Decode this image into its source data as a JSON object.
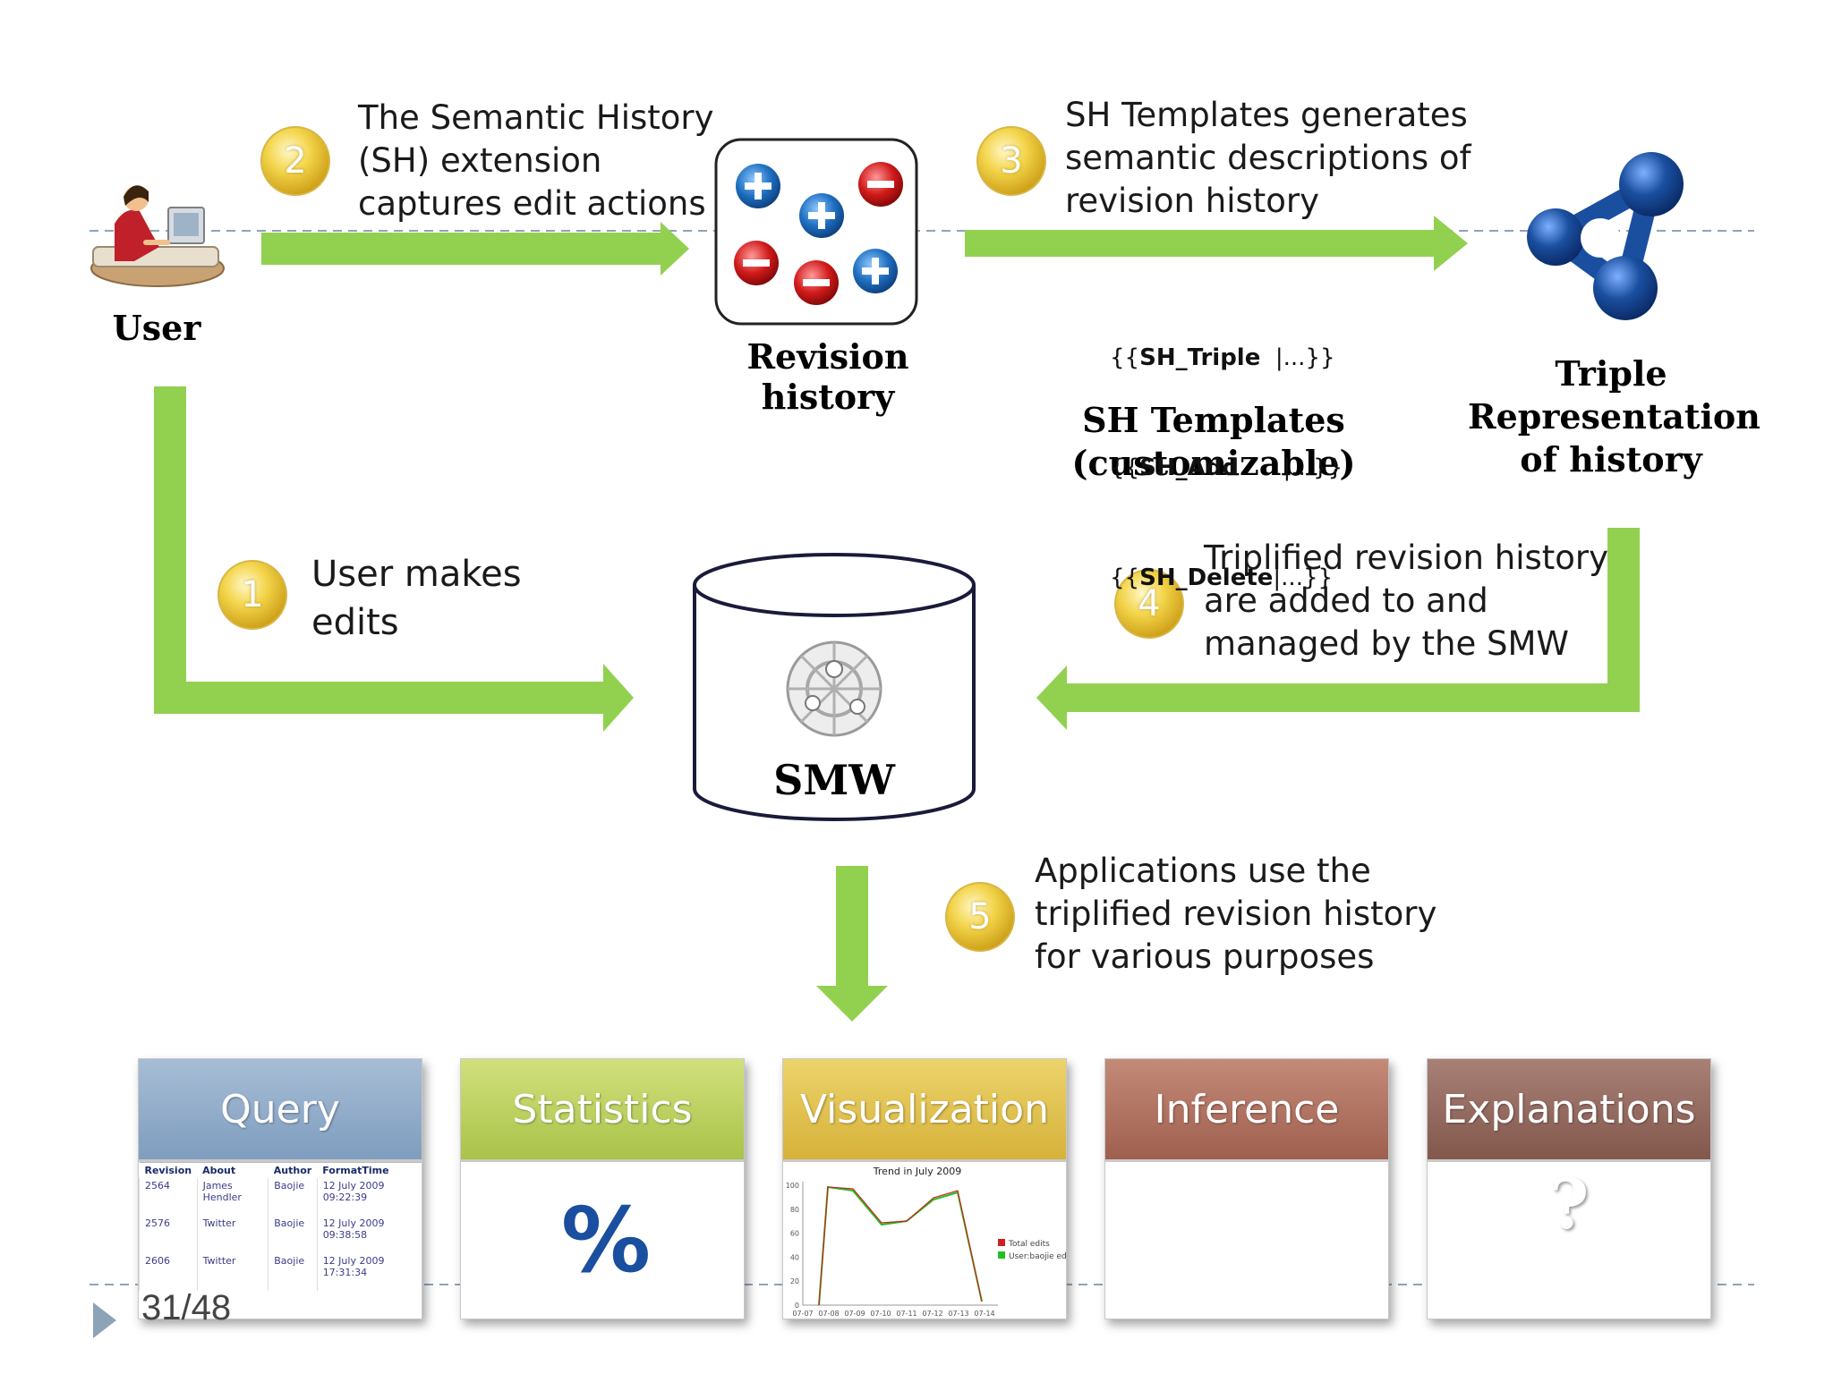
{
  "user": {
    "label": "User"
  },
  "revision": {
    "label": "Revision history"
  },
  "smw": {
    "label": "SMW"
  },
  "triple": {
    "label_lines": [
      "Triple",
      "Representation",
      "of history"
    ]
  },
  "templates": {
    "label_lines": [
      "SH Templates",
      "(customizable)"
    ],
    "lines": [
      {
        "bold": "SH_Triple",
        "rest": "  |...}}"
      },
      {
        "bold": "SH_Add",
        "rest": "      |...}}"
      },
      {
        "bold": "SH_Delete",
        "rest": "|...}}"
      }
    ],
    "prefix": "{{"
  },
  "steps": [
    {
      "num": "1",
      "lines": [
        "User makes",
        "edits"
      ]
    },
    {
      "num": "2",
      "lines": [
        "The Semantic History",
        "(SH) extension",
        "captures edit actions"
      ]
    },
    {
      "num": "3",
      "lines": [
        "SH Templates generates",
        "semantic descriptions of",
        "revision history"
      ]
    },
    {
      "num": "4",
      "lines": [
        "Triplified revision history",
        "are added to and",
        "managed by the SMW"
      ]
    },
    {
      "num": "5",
      "lines": [
        "Applications use the",
        "triplified revision history",
        "for various purposes"
      ]
    }
  ],
  "applications": [
    {
      "title": "Query",
      "color_top": "#a7bdd6",
      "color_bottom": "#7f9dbf"
    },
    {
      "title": "Statistics",
      "color_top": "#d2e07c",
      "color_bottom": "#a9c34a"
    },
    {
      "title": "Visualization",
      "color_top": "#ecd36b",
      "color_bottom": "#d6b23a"
    },
    {
      "title": "Inference",
      "color_top": "#c48a78",
      "color_bottom": "#9f5f4f"
    },
    {
      "title": "Explanations",
      "color_top": "#a98076",
      "color_bottom": "#82584d"
    }
  ],
  "query_table": {
    "headers": [
      "Revision",
      "About",
      "Author",
      "FormatTime"
    ],
    "rows": [
      [
        "2564",
        "James Hendler",
        "Baojie",
        "12 July 2009 09:22:39"
      ],
      [
        "2576",
        "Twitter",
        "Baojie",
        "12 July 2009 09:38:58"
      ],
      [
        "2606",
        "Twitter",
        "Baojie",
        "12 July 2009 17:31:34"
      ]
    ]
  },
  "stats_symbol": "%",
  "viz": {
    "title": "Trend in July 2009",
    "yticks": [
      "100",
      "80",
      "60",
      "40",
      "20",
      "0"
    ],
    "xticks": [
      "07-07",
      "07-08",
      "07-09",
      "07-10",
      "07-11",
      "07-12",
      "07-13",
      "07-14"
    ],
    "legend": [
      "Total edits",
      "User:baojie edits"
    ]
  },
  "explain_symbol": "?",
  "slide_number": "31/48",
  "colors": {
    "arrow": "#92d050",
    "badge": "#f2d04a",
    "plus": "#1f6fc0",
    "minus": "#d11a1a",
    "triple": "#1a4fa0"
  }
}
